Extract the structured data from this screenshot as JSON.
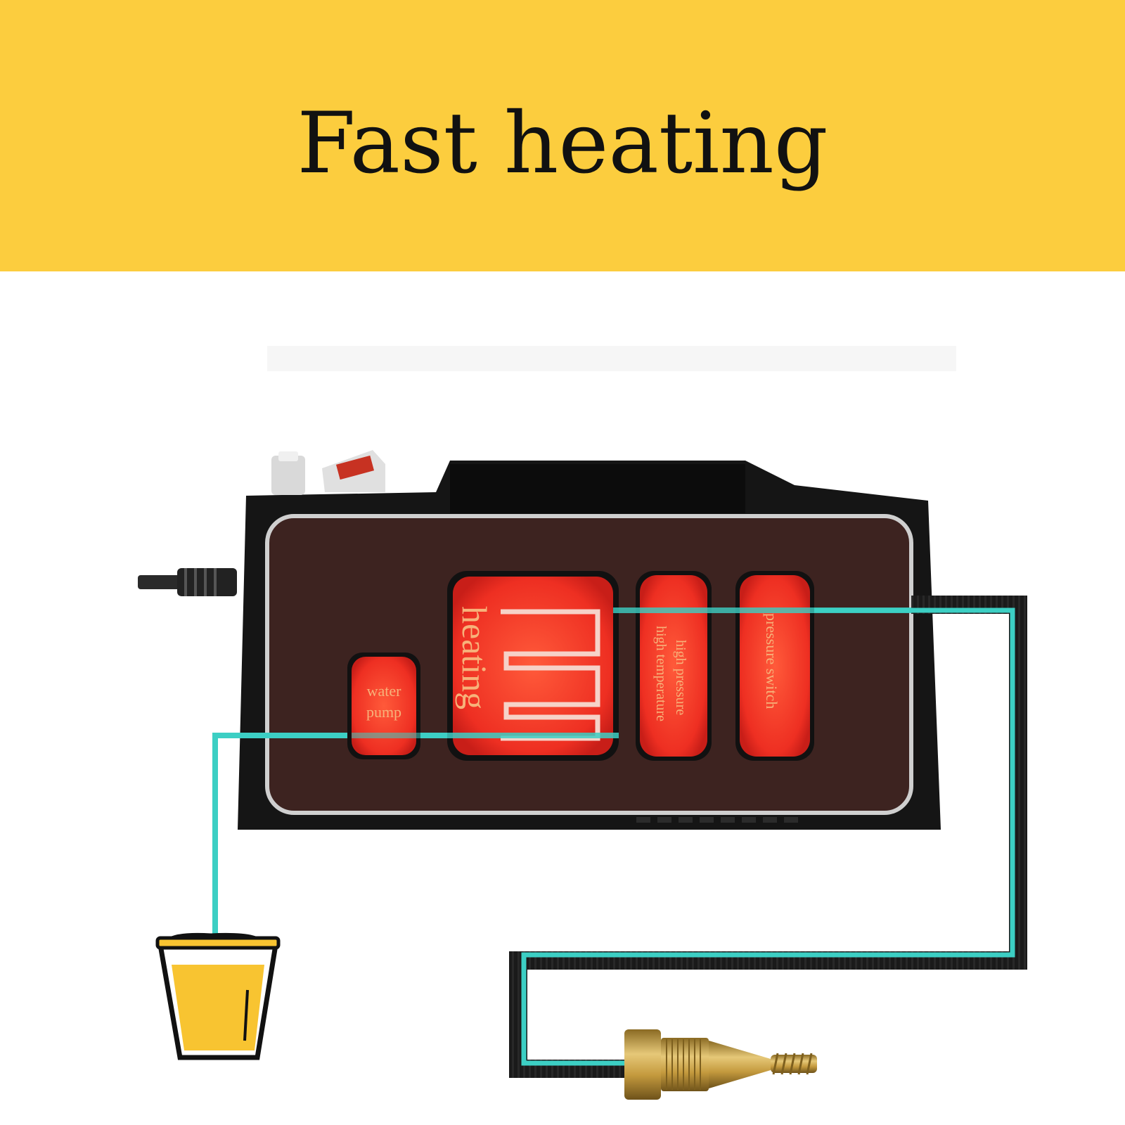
{
  "colors": {
    "banner": "#FCCD3E",
    "panel": "#3D2320",
    "housing": "#141414",
    "component": "#F23A2A",
    "component_text": "#F7B27A",
    "water_line": "#3CCFC4",
    "bucket": "#F8C431",
    "nozzle": "#C9A24A"
  },
  "banner": {
    "title": "Fast heating"
  },
  "components": {
    "water_pump": {
      "line1": "water",
      "line2": "pump"
    },
    "heating": {
      "label": "heating"
    },
    "high_pressure": {
      "line1": "high pressure",
      "line2": "high temperature"
    },
    "pressure_switch": {
      "label": "pressure switch"
    }
  },
  "icons": [
    "water-bucket-icon",
    "brass-nozzle-icon",
    "power-cord-icon",
    "steam-cleaner-machine-icon"
  ]
}
